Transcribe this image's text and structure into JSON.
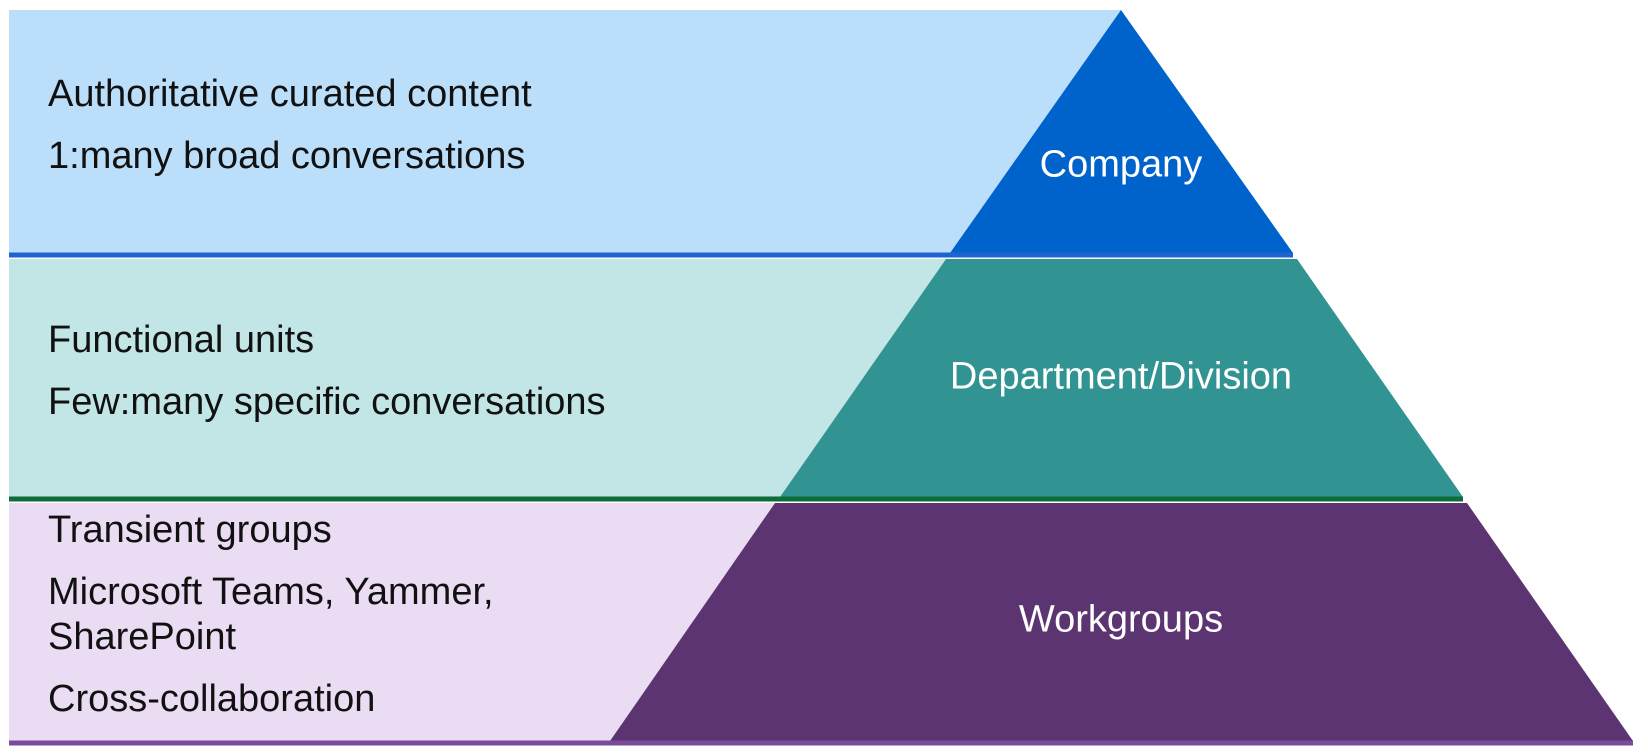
{
  "colors": {
    "tier1_band": "#BBDFFB",
    "tier1_triangle": "#0063CC",
    "tier1_line": "#1E63CF",
    "tier2_band": "#C2E6E6",
    "tier2_triangle": "#319392",
    "tier2_line": "#0E6B3A",
    "tier3_band": "#EADCF3",
    "tier3_triangle": "#5D3472",
    "tier3_line": "#7A4A9C"
  },
  "tiers": [
    {
      "label": "Company",
      "lines": [
        "Authoritative curated content",
        "1:many broad conversations"
      ]
    },
    {
      "label": "Department/Division",
      "lines": [
        "Functional units",
        "Few:many specific conversations"
      ]
    },
    {
      "label": "Workgroups",
      "lines": [
        "Transient groups",
        "Microsoft Teams, Yammer,",
        "SharePoint",
        "Cross-collaboration"
      ]
    }
  ]
}
